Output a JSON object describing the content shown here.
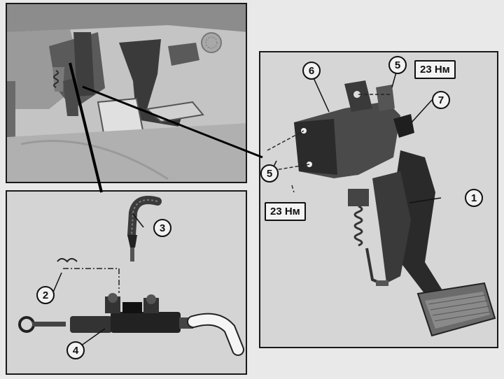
{
  "callouts": {
    "c1": "1",
    "c2": "2",
    "c3": "3",
    "c4": "4",
    "c5a": "5",
    "c5b": "5",
    "c6": "6",
    "c7": "7"
  },
  "torque": {
    "top": "23 Нм",
    "bottom": "23 Нм"
  },
  "colors": {
    "ink": "#111111",
    "panel_bg": "#d6d6d6"
  }
}
